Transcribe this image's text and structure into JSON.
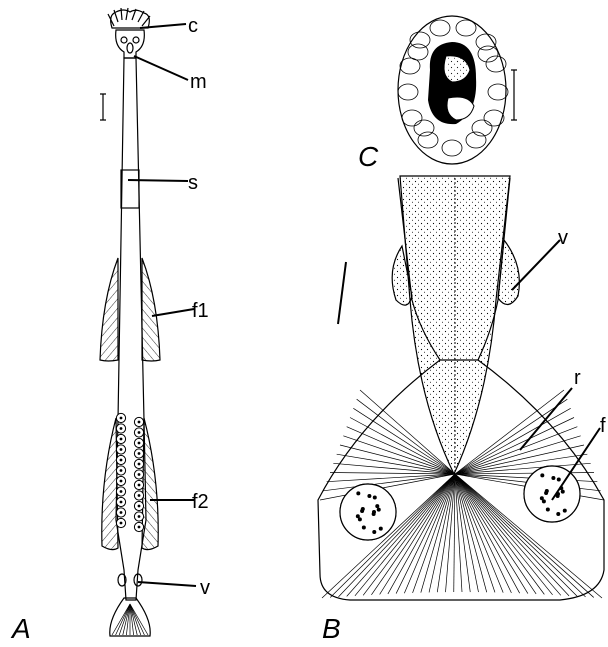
{
  "panels": {
    "a": {
      "letter": "A"
    },
    "b": {
      "letter": "B"
    },
    "c": {
      "letter": "C"
    }
  },
  "labels": {
    "c": "c",
    "m": "m",
    "s": "s",
    "f1": "f1",
    "f2": "f2",
    "v_a": "v",
    "v_b": "v",
    "r": "r",
    "f_b": "f"
  },
  "colors": {
    "ink": "#000000",
    "paper": "#ffffff"
  }
}
